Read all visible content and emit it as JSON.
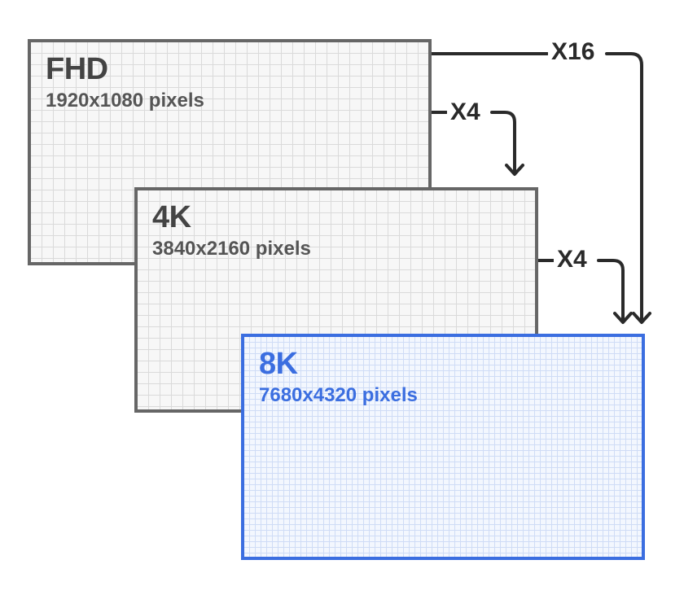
{
  "panels": {
    "fhd": {
      "title": "FHD",
      "subtitle": "1920x1080 pixels",
      "border_color": "#666666"
    },
    "k4": {
      "title": "4K",
      "subtitle": "3840x2160 pixels",
      "border_color": "#666666"
    },
    "k8": {
      "title": "8K",
      "subtitle": "7680x4320 pixels",
      "border_color": "#3b6ee0"
    }
  },
  "arrows": {
    "fhd_to_8k": "X16",
    "fhd_to_4k": "X4",
    "k4_to_8k": "X4"
  },
  "colors": {
    "highlight": "#3b6ee0",
    "arrow": "#2a2a2a"
  }
}
